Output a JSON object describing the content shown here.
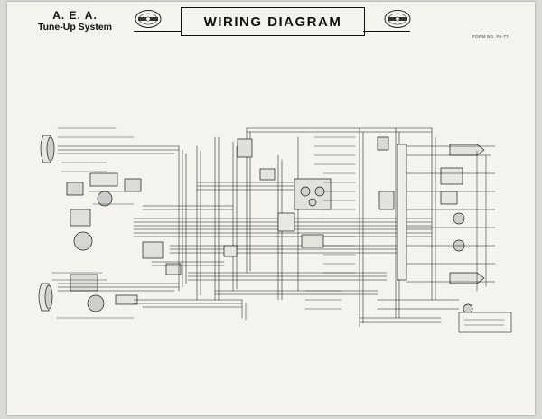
{
  "header": {
    "org_line1": "A. E. A.",
    "org_line2": "Tune-Up System",
    "title": "WIRING DIAGRAM",
    "form_number": "FORM NO. FA-77"
  },
  "emblem": {
    "icon": "association-emblem-icon"
  },
  "colors": {
    "paper": "#f4f3ee",
    "ink": "#1a1a1a",
    "background": "#d9d9d6"
  }
}
